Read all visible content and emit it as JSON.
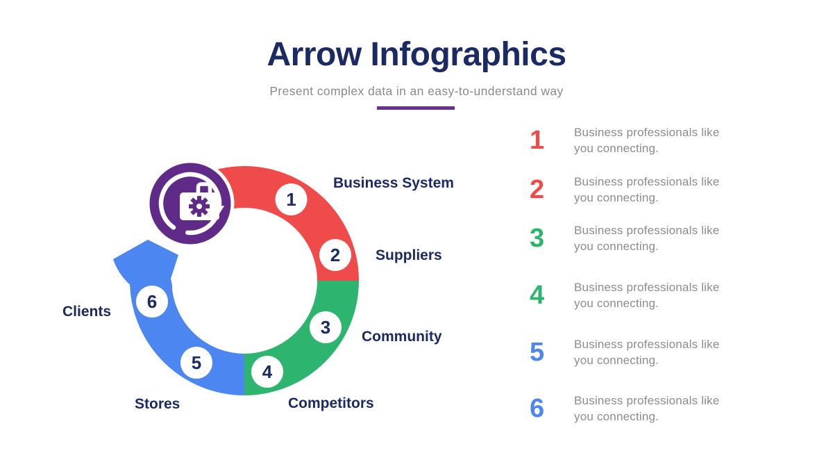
{
  "header": {
    "title": "Arrow Infographics",
    "subtitle": "Present complex data in an easy-to-understand way"
  },
  "colors": {
    "red": "#EF4B4B",
    "green": "#2DB46E",
    "blue": "#4C86F0",
    "purple_emblem": "#5F2A88",
    "underline_purple": "#6B3192",
    "navy_text": "#1B2A63",
    "gray_text": "#8C8C8C"
  },
  "diagram": {
    "center_icon": "briefcase-sync-icon",
    "steps": [
      {
        "number": "1",
        "label": "Business System",
        "color": "#EF4B4B"
      },
      {
        "number": "2",
        "label": "Suppliers",
        "color": "#EF4B4B"
      },
      {
        "number": "3",
        "label": "Community",
        "color": "#2DB46E"
      },
      {
        "number": "4",
        "label": "Competitors",
        "color": "#2DB46E"
      },
      {
        "number": "5",
        "label": "Stores",
        "color": "#4C86F0"
      },
      {
        "number": "6",
        "label": "Clients",
        "color": "#4C86F0"
      }
    ]
  },
  "legend": {
    "items": [
      {
        "number": "1",
        "color": "#EF4B4B",
        "line1": "Business professionals like",
        "line2": "you connecting."
      },
      {
        "number": "2",
        "color": "#EF4B4B",
        "line1": "Business professionals like",
        "line2": "you connecting."
      },
      {
        "number": "3",
        "color": "#2DB46E",
        "line1": "Business professionals like",
        "line2": "you connecting."
      },
      {
        "number": "4",
        "color": "#2DB46E",
        "line1": "Business professionals like",
        "line2": "you connecting."
      },
      {
        "number": "5",
        "color": "#4C86F0",
        "line1": "Business professionals like",
        "line2": "you connecting."
      },
      {
        "number": "6",
        "color": "#4C86F0",
        "line1": "Business professionals like",
        "line2": "you connecting."
      }
    ]
  }
}
